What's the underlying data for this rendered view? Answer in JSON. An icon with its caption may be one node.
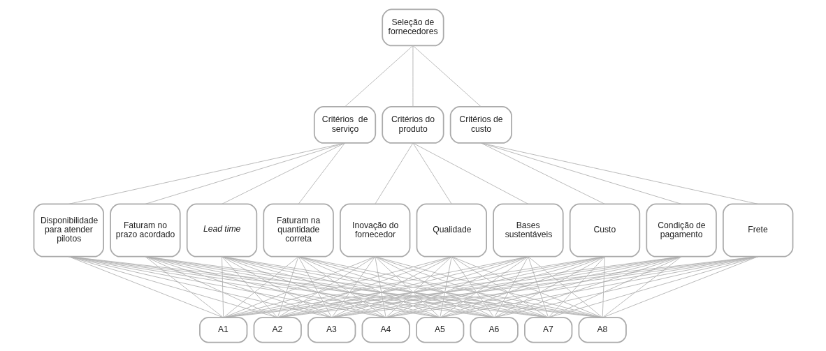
{
  "diagram": {
    "nodes": [
      {
        "text": [
          "Seleção de fornecedores"
        ]
      },
      {
        "text": [
          "Critérios  de serviço"
        ]
      },
      {
        "text": [
          "Critérios do produto"
        ]
      },
      {
        "text": [
          "Critérios de custo"
        ]
      },
      {
        "text": [
          "Disponibilidade para atender pilotos"
        ]
      },
      {
        "text": [
          "Faturam no prazo acordado"
        ]
      },
      {
        "text": [
          "Lead time"
        ]
      },
      {
        "text": [
          "Faturam na quantidade correta"
        ]
      },
      {
        "text": [
          "Inovação do fornecedor"
        ]
      },
      {
        "text": [
          "Qualidade"
        ]
      },
      {
        "text": [
          "Bases sustentáveis"
        ]
      },
      {
        "text": [
          "Custo"
        ]
      },
      {
        "text": [
          "Condição de pagamento"
        ]
      },
      {
        "text": [
          "Frete"
        ]
      },
      {
        "text": [
          "A1"
        ]
      },
      {
        "text": [
          "A2"
        ]
      },
      {
        "text": [
          "A3"
        ]
      },
      {
        "text": [
          "A4"
        ]
      },
      {
        "text": [
          "A5"
        ]
      },
      {
        "text": [
          "A6"
        ]
      },
      {
        "text": [
          "A7"
        ]
      },
      {
        "text": [
          "A8"
        ]
      }
    ],
    "edges": [
      {
        "from": 0,
        "to": 1,
        "arrow": "none"
      },
      {
        "from": 0,
        "to": 2,
        "arrow": "none"
      },
      {
        "from": 0,
        "to": 3,
        "arrow": "none"
      },
      {
        "from": 1,
        "to": 4,
        "arrow": "none"
      },
      {
        "from": 1,
        "to": 5,
        "arrow": "none"
      },
      {
        "from": 1,
        "to": 6,
        "arrow": "none"
      },
      {
        "from": 1,
        "to": 7,
        "arrow": "none"
      },
      {
        "from": 2,
        "to": 8,
        "arrow": "none"
      },
      {
        "from": 2,
        "to": 9,
        "arrow": "none"
      },
      {
        "from": 2,
        "to": 10,
        "arrow": "none"
      },
      {
        "from": 3,
        "to": 11,
        "arrow": "none"
      },
      {
        "from": 3,
        "to": 12,
        "arrow": "none"
      },
      {
        "from": 3,
        "to": 13,
        "arrow": "none"
      },
      {
        "from": 4,
        "to": 14,
        "arrow": "none"
      },
      {
        "from": 4,
        "to": 15,
        "arrow": "none"
      },
      {
        "from": 4,
        "to": 16,
        "arrow": "none"
      },
      {
        "from": 4,
        "to": 17,
        "arrow": "none"
      },
      {
        "from": 4,
        "to": 18,
        "arrow": "none"
      },
      {
        "from": 4,
        "to": 19,
        "arrow": "none"
      },
      {
        "from": 4,
        "to": 20,
        "arrow": "none"
      },
      {
        "from": 4,
        "to": 21,
        "arrow": "none"
      },
      {
        "from": 5,
        "to": 14,
        "arrow": "none"
      },
      {
        "from": 5,
        "to": 15,
        "arrow": "none"
      },
      {
        "from": 5,
        "to": 16,
        "arrow": "none"
      },
      {
        "from": 5,
        "to": 17,
        "arrow": "none"
      },
      {
        "from": 5,
        "to": 18,
        "arrow": "none"
      },
      {
        "from": 5,
        "to": 19,
        "arrow": "none"
      },
      {
        "from": 5,
        "to": 20,
        "arrow": "none"
      },
      {
        "from": 5,
        "to": 21,
        "arrow": "none"
      },
      {
        "from": 6,
        "to": 14,
        "arrow": "none"
      },
      {
        "from": 6,
        "to": 15,
        "arrow": "none"
      },
      {
        "from": 6,
        "to": 16,
        "arrow": "none"
      },
      {
        "from": 6,
        "to": 17,
        "arrow": "none"
      },
      {
        "from": 6,
        "to": 18,
        "arrow": "none"
      },
      {
        "from": 6,
        "to": 19,
        "arrow": "none"
      },
      {
        "from": 6,
        "to": 20,
        "arrow": "none"
      },
      {
        "from": 6,
        "to": 21,
        "arrow": "none"
      },
      {
        "from": 7,
        "to": 14,
        "arrow": "none"
      },
      {
        "from": 7,
        "to": 15,
        "arrow": "none"
      },
      {
        "from": 7,
        "to": 16,
        "arrow": "none"
      },
      {
        "from": 7,
        "to": 17,
        "arrow": "none"
      },
      {
        "from": 7,
        "to": 18,
        "arrow": "none"
      },
      {
        "from": 7,
        "to": 19,
        "arrow": "none"
      },
      {
        "from": 7,
        "to": 20,
        "arrow": "none"
      },
      {
        "from": 7,
        "to": 21,
        "arrow": "none"
      },
      {
        "from": 8,
        "to": 14,
        "arrow": "none"
      },
      {
        "from": 8,
        "to": 15,
        "arrow": "none"
      },
      {
        "from": 8,
        "to": 16,
        "arrow": "none"
      },
      {
        "from": 8,
        "to": 17,
        "arrow": "none"
      },
      {
        "from": 8,
        "to": 18,
        "arrow": "none"
      },
      {
        "from": 8,
        "to": 19,
        "arrow": "none"
      },
      {
        "from": 8,
        "to": 20,
        "arrow": "none"
      },
      {
        "from": 8,
        "to": 21,
        "arrow": "none"
      },
      {
        "from": 9,
        "to": 14,
        "arrow": "none"
      },
      {
        "from": 9,
        "to": 15,
        "arrow": "none"
      },
      {
        "from": 9,
        "to": 16,
        "arrow": "none"
      },
      {
        "from": 9,
        "to": 17,
        "arrow": "none"
      },
      {
        "from": 9,
        "to": 18,
        "arrow": "none"
      },
      {
        "from": 9,
        "to": 19,
        "arrow": "none"
      },
      {
        "from": 9,
        "to": 20,
        "arrow": "none"
      },
      {
        "from": 9,
        "to": 21,
        "arrow": "none"
      },
      {
        "from": 10,
        "to": 14,
        "arrow": "none"
      },
      {
        "from": 10,
        "to": 15,
        "arrow": "none"
      },
      {
        "from": 10,
        "to": 16,
        "arrow": "none"
      },
      {
        "from": 10,
        "to": 17,
        "arrow": "none"
      },
      {
        "from": 10,
        "to": 18,
        "arrow": "none"
      },
      {
        "from": 10,
        "to": 19,
        "arrow": "none"
      },
      {
        "from": 10,
        "to": 20,
        "arrow": "none"
      },
      {
        "from": 10,
        "to": 21,
        "arrow": "none"
      },
      {
        "from": 11,
        "to": 14,
        "arrow": "none"
      },
      {
        "from": 11,
        "to": 15,
        "arrow": "none"
      },
      {
        "from": 11,
        "to": 16,
        "arrow": "none"
      },
      {
        "from": 11,
        "to": 17,
        "arrow": "none"
      },
      {
        "from": 11,
        "to": 18,
        "arrow": "none"
      },
      {
        "from": 11,
        "to": 19,
        "arrow": "none"
      },
      {
        "from": 11,
        "to": 20,
        "arrow": "none"
      },
      {
        "from": 11,
        "to": 21,
        "arrow": "none"
      },
      {
        "from": 12,
        "to": 14,
        "arrow": "none"
      },
      {
        "from": 12,
        "to": 15,
        "arrow": "none"
      },
      {
        "from": 12,
        "to": 16,
        "arrow": "none"
      },
      {
        "from": 12,
        "to": 17,
        "arrow": "none"
      },
      {
        "from": 12,
        "to": 18,
        "arrow": "none"
      },
      {
        "from": 12,
        "to": 19,
        "arrow": "none"
      },
      {
        "from": 12,
        "to": 20,
        "arrow": "none"
      },
      {
        "from": 12,
        "to": 21,
        "arrow": "none"
      },
      {
        "from": 13,
        "to": 14,
        "arrow": "none"
      },
      {
        "from": 13,
        "to": 15,
        "arrow": "none"
      },
      {
        "from": 13,
        "to": 16,
        "arrow": "none"
      },
      {
        "from": 13,
        "to": 17,
        "arrow": "none"
      },
      {
        "from": 13,
        "to": 18,
        "arrow": "none"
      },
      {
        "from": 13,
        "to": 19,
        "arrow": "none"
      },
      {
        "from": 13,
        "to": 20,
        "arrow": "none"
      },
      {
        "from": 13,
        "to": 21,
        "arrow": "none"
      }
    ]
  }
}
